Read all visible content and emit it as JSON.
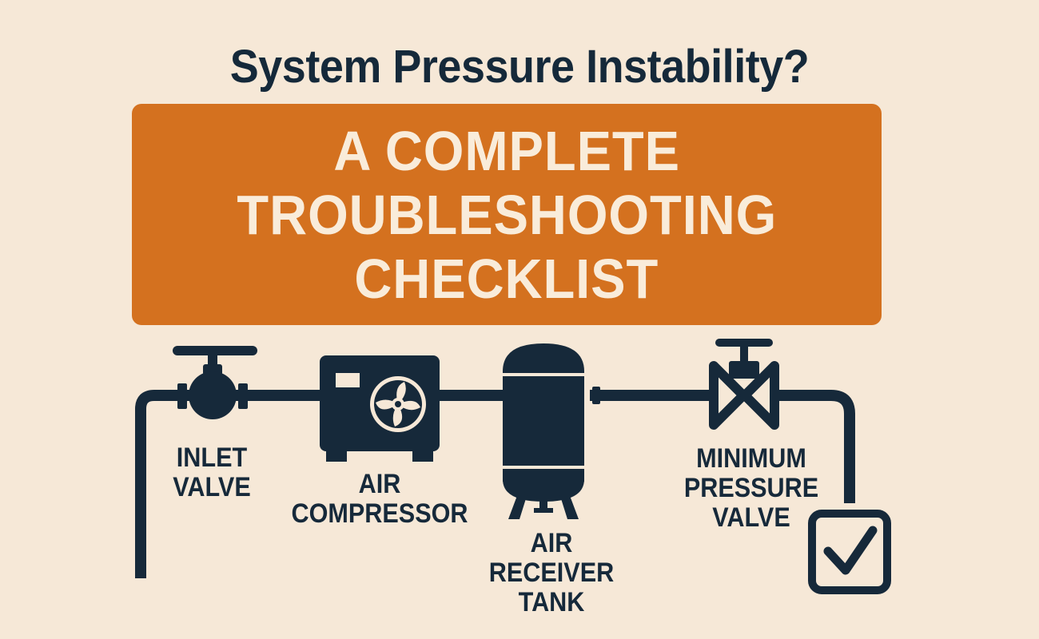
{
  "header": {
    "title": "System Pressure Instability?"
  },
  "banner": {
    "lines": [
      "A COMPLETE",
      "TROUBLESHOOTING",
      "CHECKLIST"
    ],
    "background_color": "#d4711f",
    "text_color": "#f9ecda"
  },
  "diagram": {
    "line_color": "#16293a",
    "components": [
      {
        "id": "inlet-valve",
        "icon": "gate-valve-icon",
        "label_lines": [
          "INLET",
          "VALVE"
        ]
      },
      {
        "id": "air-compressor",
        "icon": "compressor-fan-icon",
        "label_lines": [
          "AIR",
          "COMPRESSOR"
        ]
      },
      {
        "id": "air-receiver-tank",
        "icon": "receiver-tank-icon",
        "label_lines": [
          "AIR",
          "RECEIVER",
          "TANK"
        ]
      },
      {
        "id": "minimum-pressure-valve",
        "icon": "globe-valve-icon",
        "label_lines": [
          "MINIMUM",
          "PRESSURE",
          "VALVE"
        ]
      }
    ],
    "end_marker": {
      "icon": "checkbox-checked-icon"
    }
  }
}
